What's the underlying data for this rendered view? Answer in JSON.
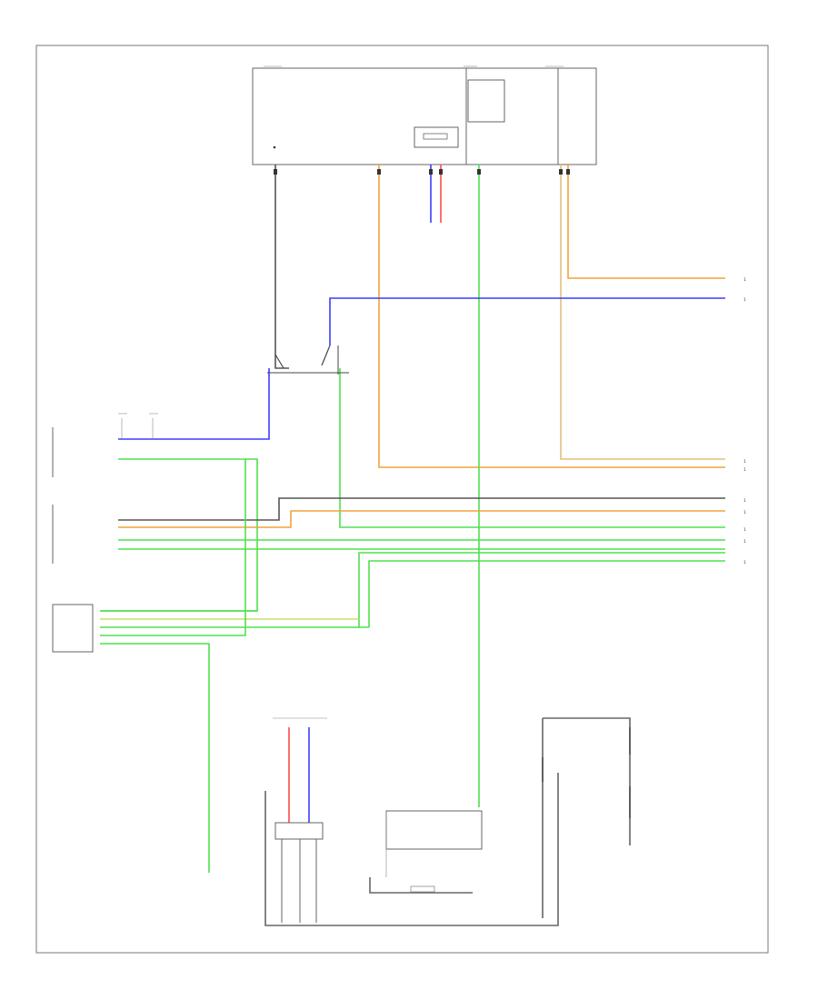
{
  "colors": {
    "orange": "#f2a23c",
    "blue": "#3b3bff",
    "red": "#ff4a4a",
    "green": "#4fe04f",
    "yellow_green": "#c8e06a",
    "gray": "#555555",
    "tan": "#e3c07a"
  },
  "footer_label": "",
  "modules": [
    {
      "id": "fuse-box-under-hood"
    },
    {
      "id": "brake-pedal-switch"
    },
    {
      "id": "vehicle-stability-module"
    },
    {
      "id": "yaw-rate-sensor"
    },
    {
      "id": "junction-connector"
    },
    {
      "id": "steering-angle-sensor"
    },
    {
      "id": "gauge-control-module"
    },
    {
      "id": "combination-meter"
    }
  ],
  "connectors_right": [
    {
      "id": "r1"
    },
    {
      "id": "r2"
    },
    {
      "id": "r3"
    },
    {
      "id": "r4"
    },
    {
      "id": "r5"
    },
    {
      "id": "r6"
    },
    {
      "id": "r7"
    },
    {
      "id": "r8"
    },
    {
      "id": "r9"
    }
  ]
}
